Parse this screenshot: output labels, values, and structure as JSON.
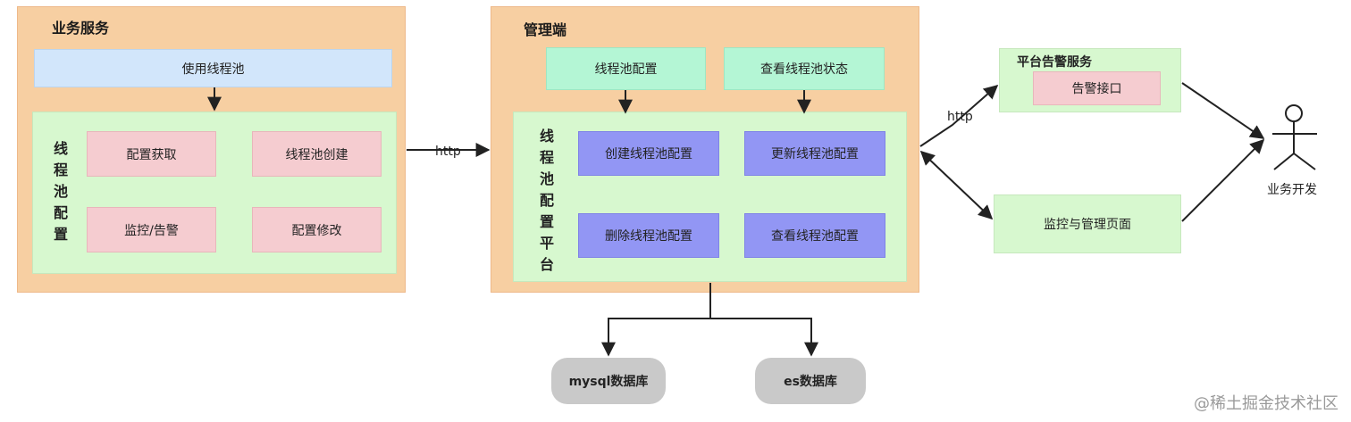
{
  "business_service": {
    "title": "业务服务",
    "use_pool": "使用线程池",
    "pool_config_label": "线\n程\n池\n配\n置",
    "items": [
      "配置获取",
      "线程池创建",
      "监控/告警",
      "配置修改"
    ]
  },
  "admin": {
    "title": "管理端",
    "pool_config": "线程池配置",
    "view_status": "查看线程池状态",
    "platform_label": "线\n程\n池\n配\n置\n平\n台",
    "items": [
      "创建线程池配置",
      "更新线程池配置",
      "删除线程池配置",
      "查看线程池配置"
    ]
  },
  "platform_alert": {
    "title": "平台告警服务",
    "interface": "告警接口"
  },
  "monitor_page": "监控与管理页面",
  "actor_label": "业务开发",
  "edge_labels": {
    "http_left": "http",
    "http_right": "http"
  },
  "databases": [
    "mysql数据库",
    "es数据库"
  ],
  "watermark": "@稀土掘金技术社区",
  "colors": {
    "panel": "#f7cfa2",
    "green": "#d7f8cf",
    "blue": "#d2e6fb",
    "mint": "#b4f6d5",
    "pink": "#f5ccd0",
    "violet": "#9296f4",
    "database": "#c9c9c9"
  }
}
